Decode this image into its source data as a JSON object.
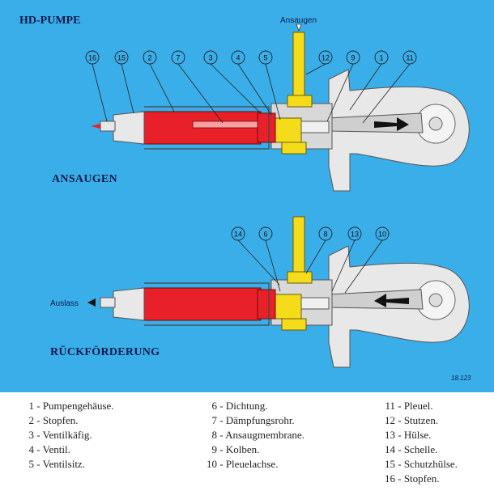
{
  "title": "HD-PUMPE",
  "sections": {
    "top": "ANSAUGEN",
    "bottom": "RÜCKFÖRDERUNG"
  },
  "labels": {
    "inlet": "Ansaugen",
    "outlet": "Auslass",
    "figure_ref": "18.123"
  },
  "callouts_top": [
    "16",
    "15",
    "2",
    "7",
    "3",
    "4",
    "5",
    "12",
    "9",
    "1",
    "11"
  ],
  "callouts_bottom": [
    "14",
    "6",
    "8",
    "13",
    "10"
  ],
  "legend": {
    "col1": [
      {
        "num": "1",
        "text": "- Pumpengehäuse."
      },
      {
        "num": "2",
        "text": "- Stopfen."
      },
      {
        "num": "3",
        "text": "- Ventilkäfig."
      },
      {
        "num": "4",
        "text": "- Ventil."
      },
      {
        "num": "5",
        "text": "- Ventilsitz."
      }
    ],
    "col2": [
      {
        "num": "6",
        "text": "- Dichtung."
      },
      {
        "num": "7",
        "text": "- Dämpfungsrohr."
      },
      {
        "num": "8",
        "text": "- Ansaugmembrane."
      },
      {
        "num": "9",
        "text": "- Kolben."
      },
      {
        "num": "10",
        "text": "- Pleuelachse."
      }
    ],
    "col3": [
      {
        "num": "11",
        "text": "- Pleuel."
      },
      {
        "num": "12",
        "text": "- Stutzen."
      },
      {
        "num": "13",
        "text": "- Hülse."
      },
      {
        "num": "14",
        "text": "- Schelle."
      },
      {
        "num": "15",
        "text": "- Schutzhülse."
      },
      {
        "num": "16",
        "text": "- Stopfen."
      }
    ]
  },
  "colors": {
    "background": "#3aaee9",
    "fluid": "#e8202a",
    "inlet": "#f5dc1a",
    "metal": "#dcdcdc",
    "text": "#0a1a4a"
  }
}
